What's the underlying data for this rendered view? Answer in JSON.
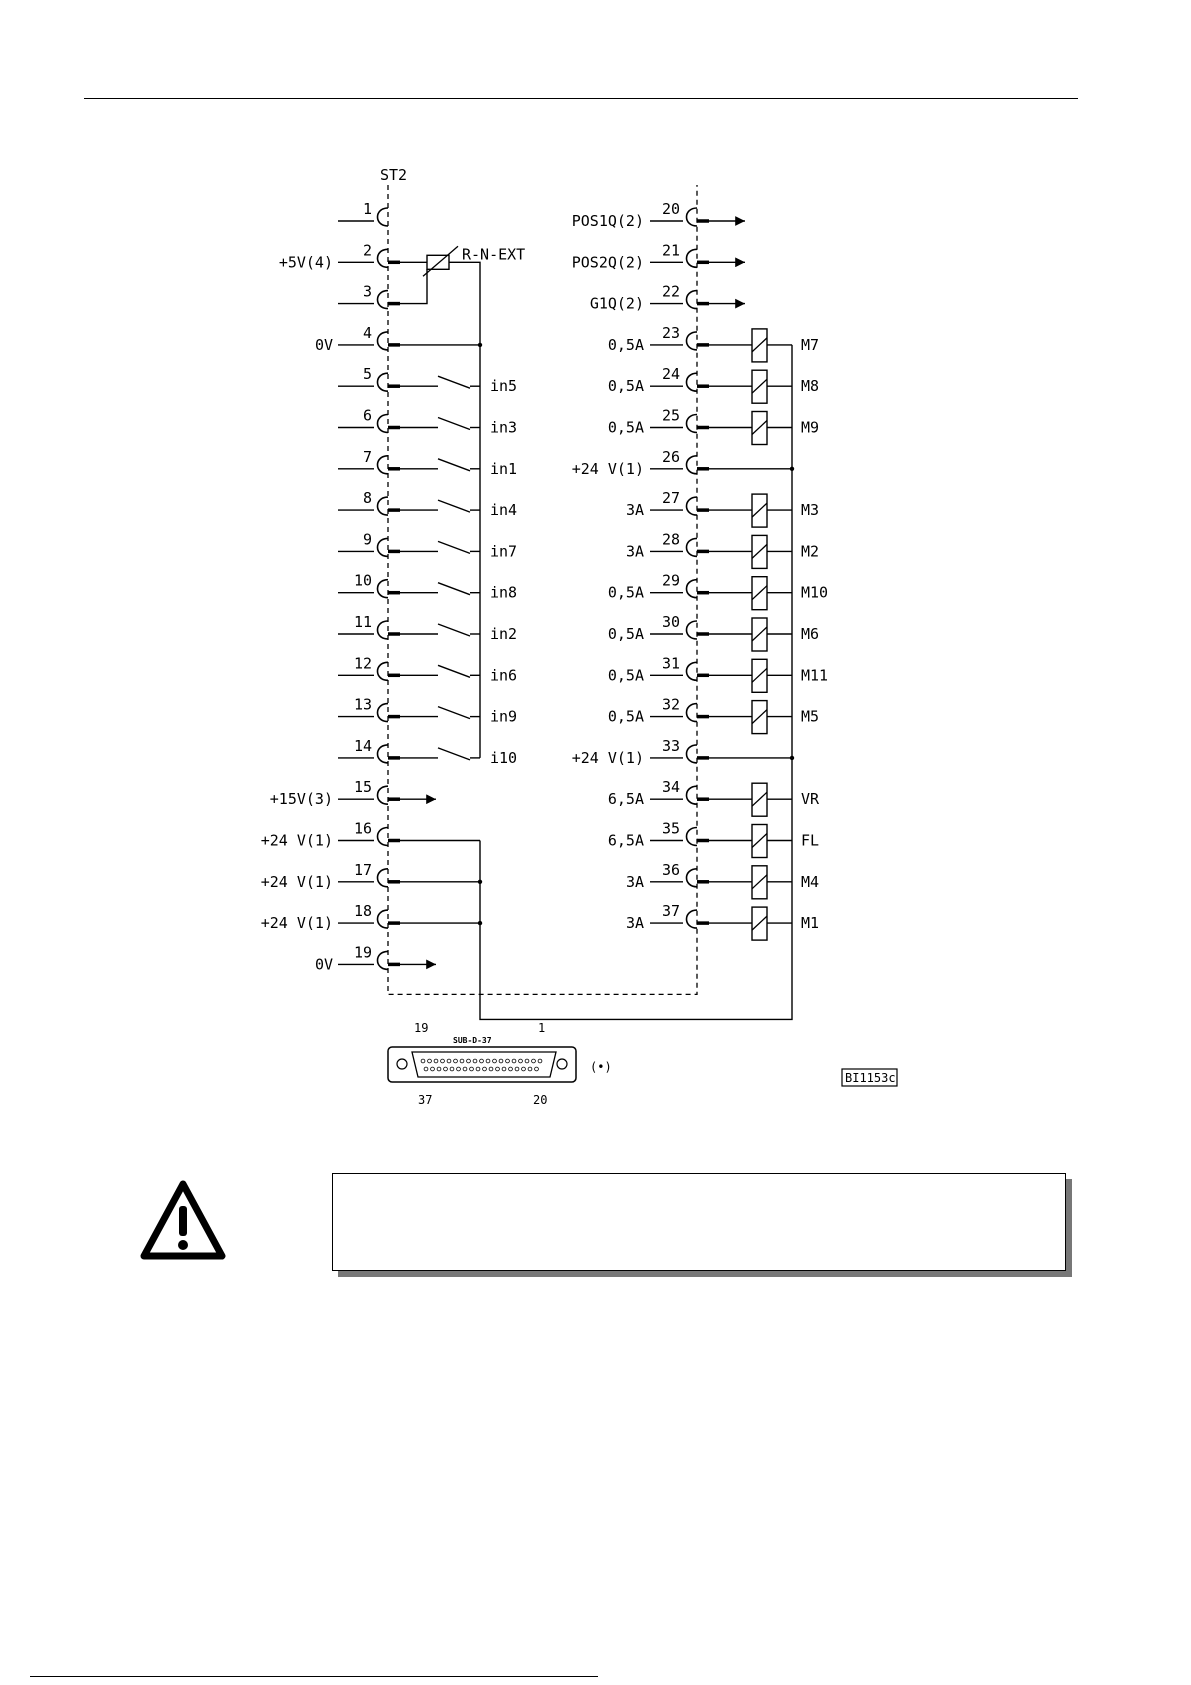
{
  "header_rule": "",
  "connector": {
    "name": "ST2",
    "rn_label": "R-N-EXT",
    "subd_label": "SUB-D-37",
    "subd_pins": {
      "top_left": "19",
      "top_right": "1",
      "bottom_left": "37",
      "bottom_right": "20"
    },
    "footnote": "(•)",
    "figure_id": "BI1153c"
  },
  "left_pins": [
    {
      "pin": "1",
      "label": "",
      "kind": "open"
    },
    {
      "pin": "2",
      "label": "+5V(4)",
      "kind": "rn"
    },
    {
      "pin": "3",
      "label": "",
      "kind": "rn"
    },
    {
      "pin": "4",
      "label": "0V",
      "kind": "bus"
    },
    {
      "pin": "5",
      "label": "",
      "signal": "in5",
      "kind": "switch"
    },
    {
      "pin": "6",
      "label": "",
      "signal": "in3",
      "kind": "switch"
    },
    {
      "pin": "7",
      "label": "",
      "signal": "in1",
      "kind": "switch"
    },
    {
      "pin": "8",
      "label": "",
      "signal": "in4",
      "kind": "switch"
    },
    {
      "pin": "9",
      "label": "",
      "signal": "in7",
      "kind": "switch"
    },
    {
      "pin": "10",
      "label": "",
      "signal": "in8",
      "kind": "switch"
    },
    {
      "pin": "11",
      "label": "",
      "signal": "in2",
      "kind": "switch"
    },
    {
      "pin": "12",
      "label": "",
      "signal": "in6",
      "kind": "switch"
    },
    {
      "pin": "13",
      "label": "",
      "signal": "in9",
      "kind": "switch"
    },
    {
      "pin": "14",
      "label": "",
      "signal": "i10",
      "kind": "switch"
    },
    {
      "pin": "15",
      "label": "+15V(3)",
      "kind": "arrow"
    },
    {
      "pin": "16",
      "label": "+24 V(1)",
      "kind": "supply"
    },
    {
      "pin": "17",
      "label": "+24 V(1)",
      "kind": "supply"
    },
    {
      "pin": "18",
      "label": "+24 V(1)",
      "kind": "supply"
    },
    {
      "pin": "19",
      "label": "0V",
      "kind": "arrow"
    }
  ],
  "right_pins": [
    {
      "pin": "20",
      "label": "POS1Q(2)",
      "kind": "arrow"
    },
    {
      "pin": "21",
      "label": "POS2Q(2)",
      "kind": "arrow"
    },
    {
      "pin": "22",
      "label": "G1Q(2)",
      "kind": "arrow"
    },
    {
      "pin": "23",
      "label": "0,5A",
      "signal": "M7",
      "kind": "coil"
    },
    {
      "pin": "24",
      "label": "0,5A",
      "signal": "M8",
      "kind": "coil"
    },
    {
      "pin": "25",
      "label": "0,5A",
      "signal": "M9",
      "kind": "coil"
    },
    {
      "pin": "26",
      "label": "+24 V(1)",
      "kind": "bus"
    },
    {
      "pin": "27",
      "label": "3A",
      "signal": "M3",
      "kind": "coil"
    },
    {
      "pin": "28",
      "label": "3A",
      "signal": "M2",
      "kind": "coil"
    },
    {
      "pin": "29",
      "label": "0,5A",
      "signal": "M10",
      "kind": "coil"
    },
    {
      "pin": "30",
      "label": "0,5A",
      "signal": "M6",
      "kind": "coil"
    },
    {
      "pin": "31",
      "label": "0,5A",
      "signal": "M11",
      "kind": "coil"
    },
    {
      "pin": "32",
      "label": "0,5A",
      "signal": "M5",
      "kind": "coil"
    },
    {
      "pin": "33",
      "label": "+24 V(1)",
      "kind": "bus"
    },
    {
      "pin": "34",
      "label": "6,5A",
      "signal": "VR",
      "kind": "coil"
    },
    {
      "pin": "35",
      "label": "6,5A",
      "signal": "FL",
      "kind": "coil"
    },
    {
      "pin": "36",
      "label": "3A",
      "signal": "M4",
      "kind": "coil"
    },
    {
      "pin": "37",
      "label": "3A",
      "signal": "M1",
      "kind": "coil"
    }
  ],
  "warning": {
    "icon": "warning-triangle-icon",
    "text": ""
  }
}
